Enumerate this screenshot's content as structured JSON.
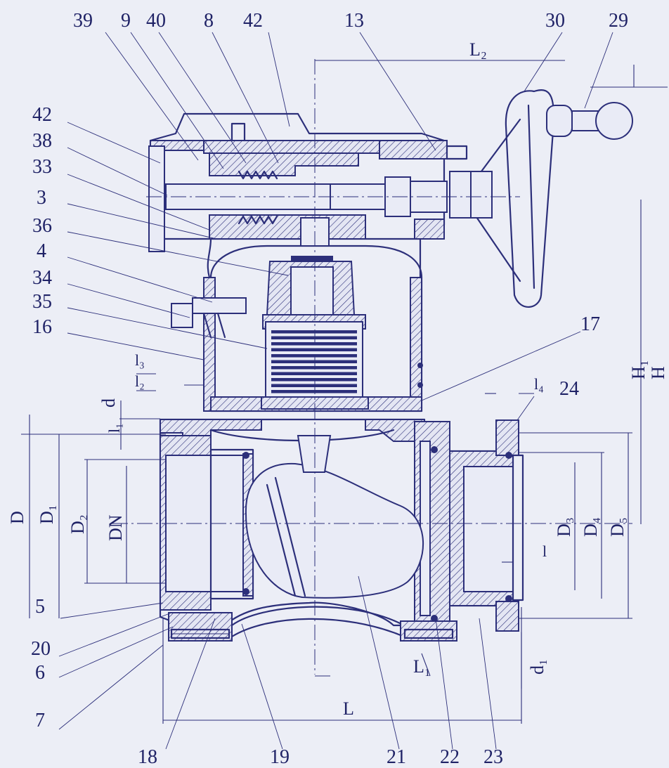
{
  "part_numbers": {
    "p39": "39",
    "p9": "9",
    "p40": "40",
    "p8": "8",
    "p42_top": "42",
    "p13": "13",
    "p30": "30",
    "p29": "29",
    "p42_left": "42",
    "p38": "38",
    "p33": "33",
    "p3": "3",
    "p36": "36",
    "p4": "4",
    "p34": "34",
    "p35": "35",
    "p16": "16",
    "p17": "17",
    "p24": "24",
    "p5": "5",
    "p20": "20",
    "p6": "6",
    "p7": "7",
    "p18": "18",
    "p19": "19",
    "p21": "21",
    "p22": "22",
    "p23": "23"
  },
  "dimensions": {
    "L2": "L₂",
    "L": "L",
    "L1": "L₁",
    "H1": "H₁",
    "H": "H",
    "l3": "l₃",
    "l2": "l₂",
    "l1": "l₁",
    "l4": "l₄",
    "l": "l",
    "d": "d",
    "d1": "d₁",
    "D": "D",
    "D1": "D₁",
    "D2": "D₂",
    "DN": "DN",
    "D3": "D₃",
    "D4": "D₄",
    "D5": "D₅"
  },
  "colors": {
    "ink": "#2c2f7a",
    "background": "#eceef6"
  }
}
